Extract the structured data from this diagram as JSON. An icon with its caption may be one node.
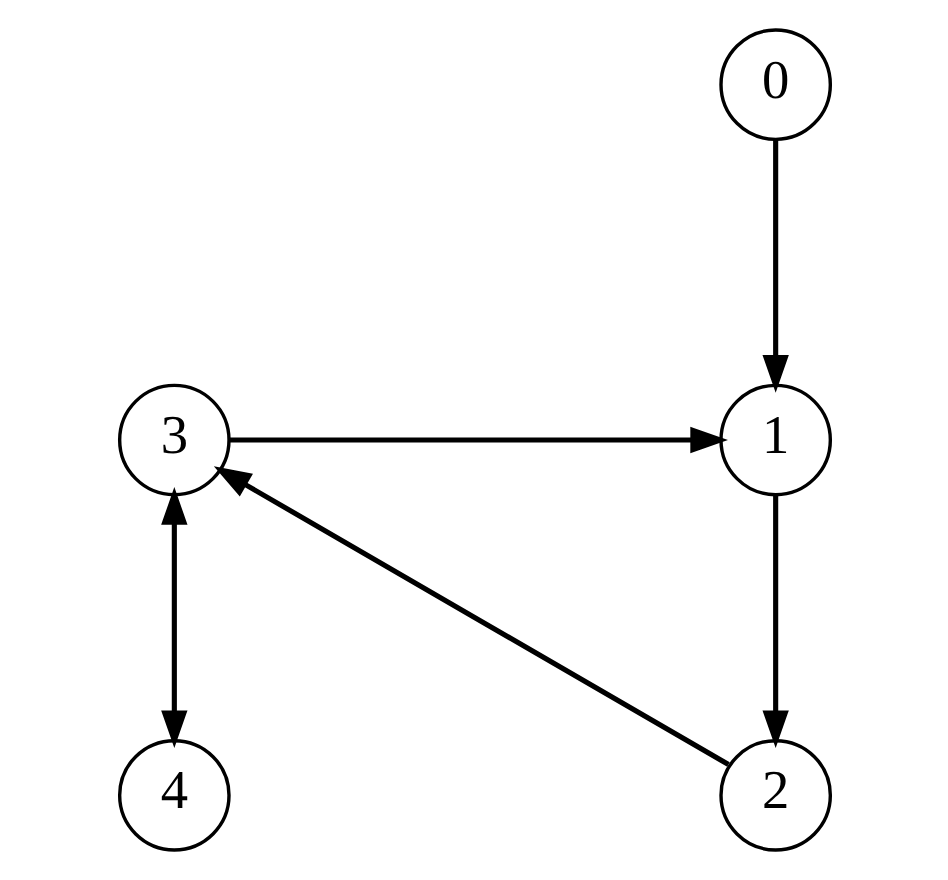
{
  "diagram": {
    "nodes": [
      {
        "text": [
          "0"
        ]
      },
      {
        "text": [
          "1"
        ]
      },
      {
        "text": [
          "2"
        ]
      },
      {
        "text": [
          "3"
        ]
      },
      {
        "text": [
          "4"
        ]
      }
    ],
    "edges": [
      {
        "from": 0,
        "to": 1,
        "arrow": "to"
      },
      {
        "from": 3,
        "to": 1,
        "arrow": "to"
      },
      {
        "from": 1,
        "to": 2,
        "arrow": "to"
      },
      {
        "from": 2,
        "to": 3,
        "arrow": "to"
      },
      {
        "from": 3,
        "to": 4,
        "arrow": "both"
      }
    ]
  }
}
